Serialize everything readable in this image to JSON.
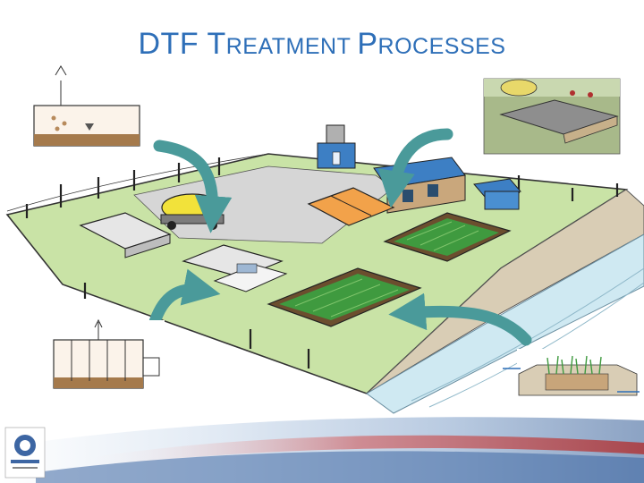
{
  "slide": {
    "title_parts": [
      {
        "text": "DTF ",
        "style": "cap"
      },
      {
        "text": "T",
        "style": "cap"
      },
      {
        "text": "reatment ",
        "style": "sc"
      },
      {
        "text": "P",
        "style": "cap"
      },
      {
        "text": "rocesses",
        "style": "sc"
      }
    ],
    "title_full": "DTF Treatment Processes"
  },
  "colors": {
    "title": "#2e6fb8",
    "arrow": "#4a9a9a",
    "grass": "#c9e3a6",
    "wetland": "#3f9a3f",
    "soil": "#6b4e2e",
    "water": "#cfe9f2",
    "tanker": "#f2e23a"
  },
  "icons": [
    "anaerobic-tank-icon",
    "baffled-reactor-icon",
    "drying-bed-icon",
    "constructed-wetland-icon",
    "logo-emblem-icon"
  ]
}
